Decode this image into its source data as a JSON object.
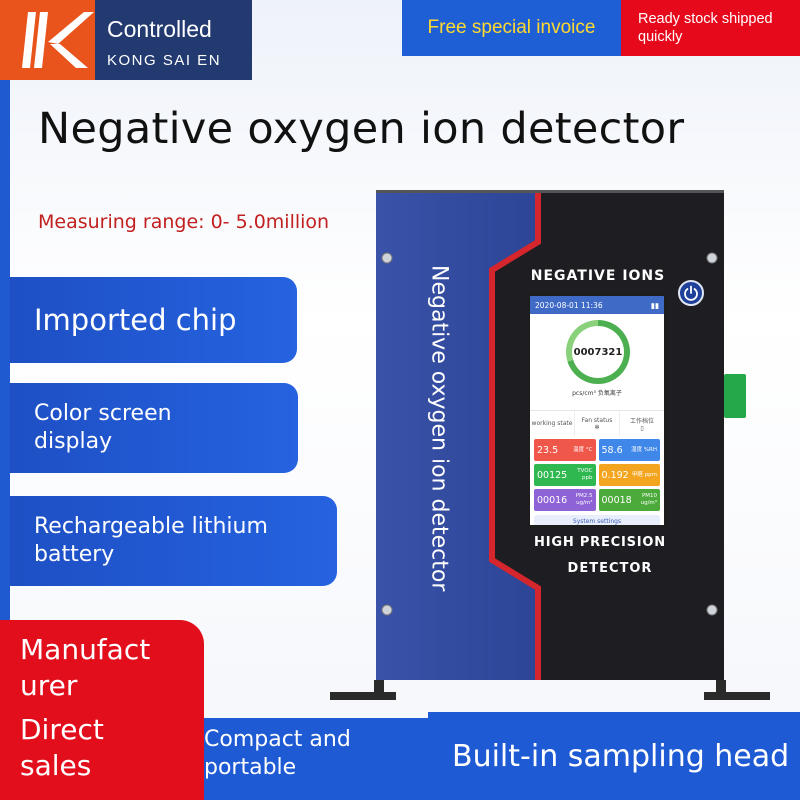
{
  "brand": {
    "name": "Controlled",
    "subname": "KONG SAI EN",
    "logo_icon": "k-logo-icon",
    "logo_color": "#e8541c",
    "panel_color": "#223a70"
  },
  "banners": {
    "invoice": "Free special invoice",
    "stock": "Ready stock shipped quickly"
  },
  "headline": "Negative oxygen ion detector",
  "measuring_range": "Measuring range: 0- 5.0million",
  "features": [
    "Imported chip",
    "Color screen display",
    "Rechargeable lithium battery"
  ],
  "bottom": {
    "manufacturer_a": "Manufact urer",
    "manufacturer_b": "Direct sales",
    "compact": "Compact and portable",
    "sampling": "Built-in sampling head"
  },
  "device": {
    "vertical_label": "Negative oxygen ion detector",
    "top_label": "NEGATIVE IONS",
    "bottom_label_1": "HIGH PRECISION",
    "bottom_label_2": "DETECTOR",
    "power_icon": "power-icon",
    "screen": {
      "datetime": "2020-08-01 11:36",
      "ion_value": "0007321",
      "ion_unit": "pcs/cm³",
      "ion_caption": "负氧离子",
      "status": {
        "working_state": "working state",
        "fan_status": "Fan status",
        "gear": "工作档位"
      },
      "tiles": [
        {
          "value": "23.5",
          "label": "温度 °C",
          "color": "#f0574b"
        },
        {
          "value": "58.6",
          "label": "湿度 %RH",
          "color": "#3f87e8"
        },
        {
          "value": "00125",
          "label": "TVOC ppb",
          "color": "#2fb84f"
        },
        {
          "value": "0.192",
          "label": "甲醛 ppm",
          "color": "#f4a51f"
        },
        {
          "value": "00016",
          "label": "PM2.5 ug/m³",
          "color": "#8e63d6"
        },
        {
          "value": "00018",
          "label": "PM10 ug/m³",
          "color": "#4caa3a"
        }
      ],
      "settings_button": "System settings"
    }
  },
  "colors": {
    "primary_blue": "#1e5ad3",
    "accent_red": "#e20e1c",
    "invoice_text": "#ffd92e"
  }
}
